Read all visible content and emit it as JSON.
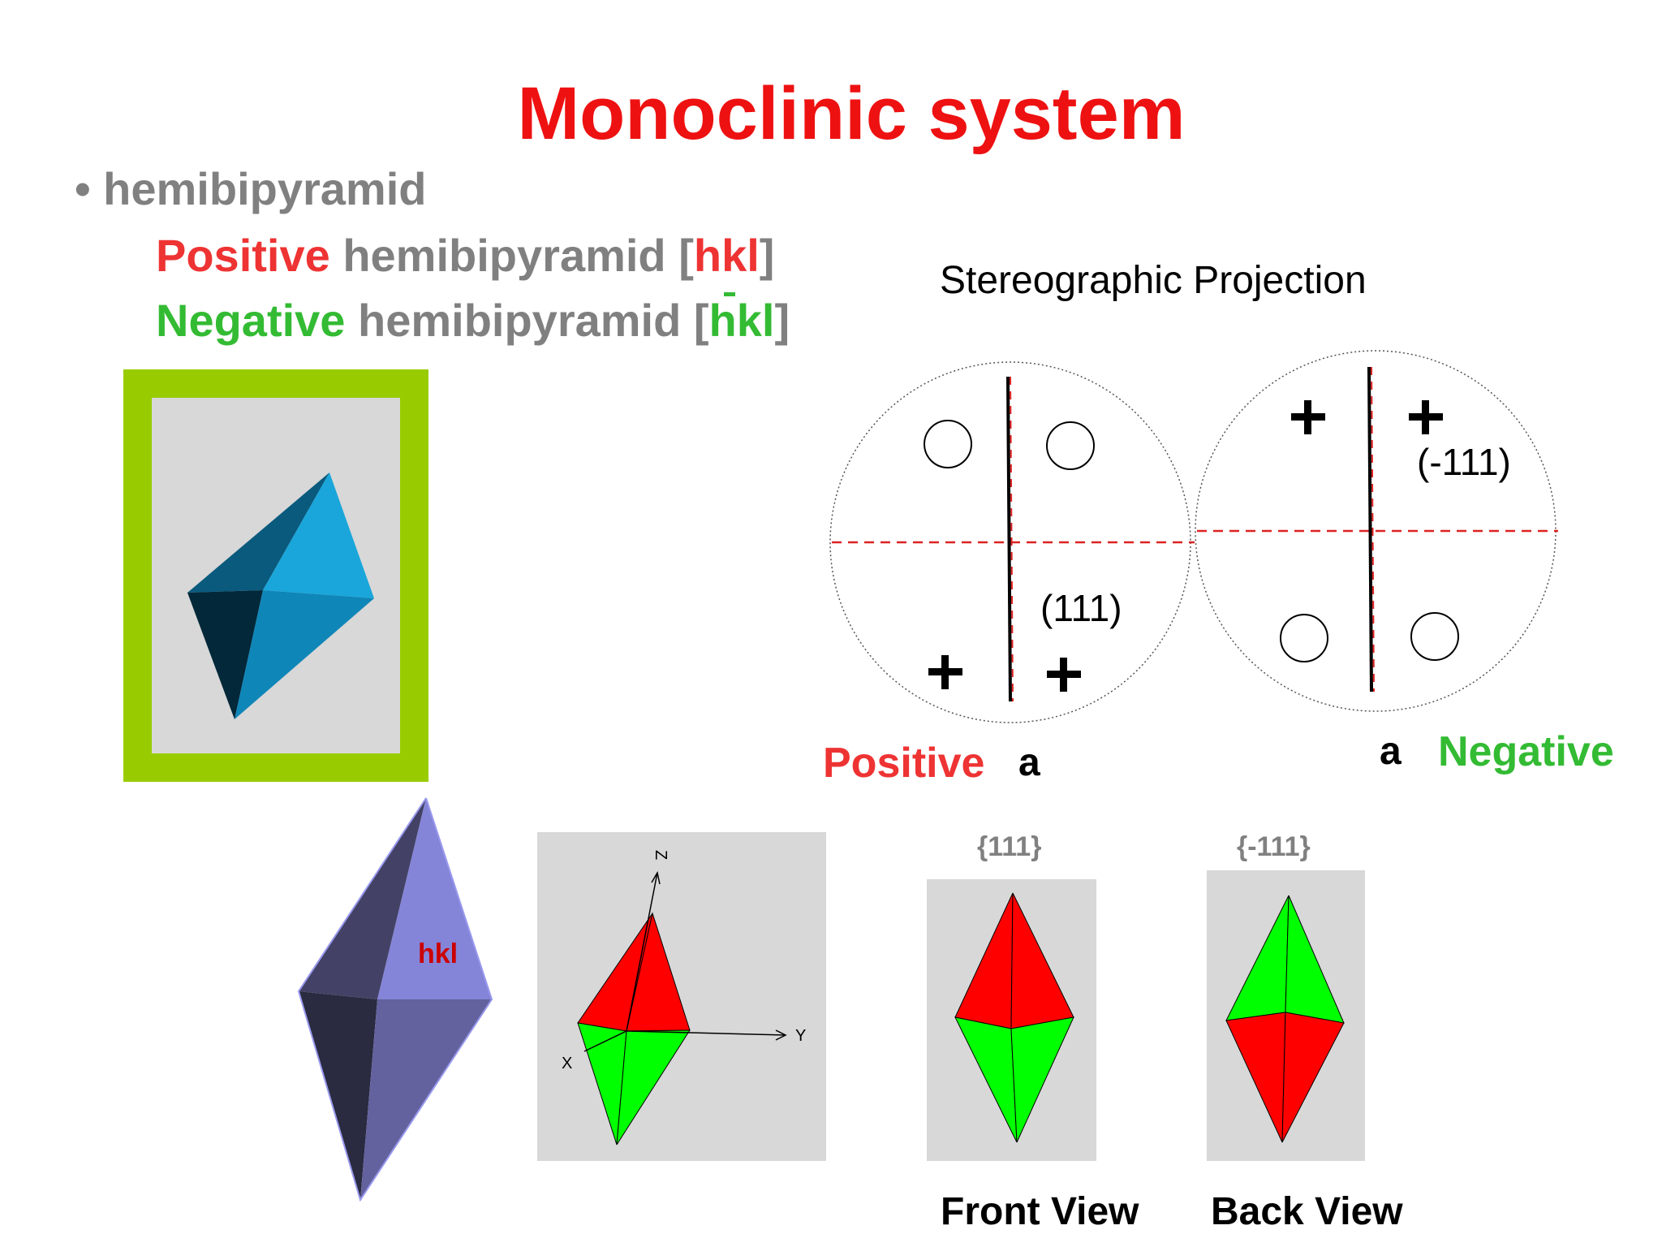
{
  "title": "Monoclinic system",
  "bullet": "• hemibipyramid",
  "positive_line": {
    "word": "Positive",
    "mid": " hemibipyramid [",
    "index": "hkl",
    "close": "]"
  },
  "negative_line": {
    "word": "Negative",
    "mid": " hemibipyramid [",
    "index_h": "h",
    "index_rest": "kl",
    "close": "]"
  },
  "stereo": {
    "title": "Stereographic Projection",
    "left_label": "(111)",
    "right_label": "(-111)",
    "positive": "Positive",
    "negative": "Negative",
    "axis_a": "a"
  },
  "models": {
    "hkl_face_label": "hkl",
    "axis_z": "Z",
    "axis_y": "Y",
    "axis_x": "X"
  },
  "views": {
    "front_form": "{111}",
    "back_form": "{-111}",
    "front_label": "Front View",
    "back_label": "Back View"
  },
  "colors": {
    "title": "#ee1111",
    "positive": "#ee3333",
    "negative": "#33bb33",
    "text_gray": "#808080",
    "frame_green": "#99cc00",
    "panel_gray": "#d8d8d8",
    "face_red": "#ff0000",
    "face_green": "#00ff00",
    "crystal_blue": "#1aa0d8",
    "crystal_violet": "#8888dd"
  }
}
